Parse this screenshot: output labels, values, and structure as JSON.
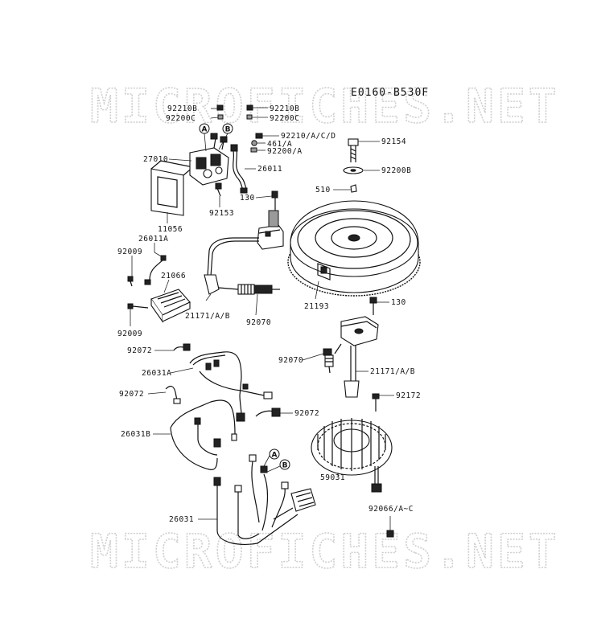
{
  "diagram_code": "E0160-B530F",
  "watermark": "MICROFICHES.NET",
  "callouts": {
    "a": "A",
    "b": "B"
  },
  "labels": {
    "p92210B_l": "92210B",
    "p92200C_l": "92200C",
    "p92210B_r": "92210B",
    "p92200C_r": "92200C",
    "p92210ACD": "92210/A/C/D",
    "p461A": "461/A",
    "p92200A": "92200/A",
    "p27010": "27010",
    "p26011": "26011",
    "p130_top": "130",
    "p92153": "92153",
    "p11056": "11056",
    "p92154": "92154",
    "p92200B": "92200B",
    "p510": "510",
    "p26011A": "26011A",
    "p92009_top": "92009",
    "p21066": "21066",
    "p92009_bot": "92009",
    "p21171AB_l": "21171/A/B",
    "p92070_l": "92070",
    "p21193": "21193",
    "p130_mid": "130",
    "p92072_a": "92072",
    "p26031A": "26031A",
    "p92070_r": "92070",
    "p21171AB_r": "21171/A/B",
    "p92072_b": "92072",
    "p92172": "92172",
    "p92072_c": "92072",
    "p26031B": "26031B",
    "p59031": "59031",
    "p26031": "26031",
    "p92066": "92066/A~C"
  }
}
